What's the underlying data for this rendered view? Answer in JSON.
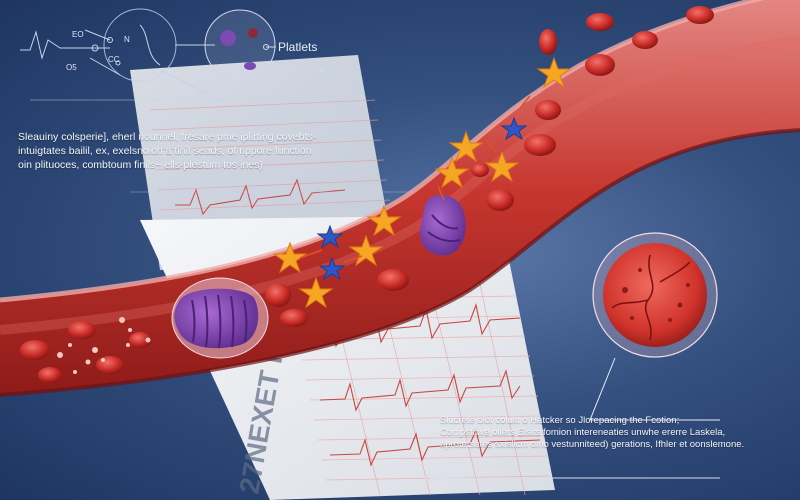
{
  "diagram": {
    "label": "Platlets",
    "ecg_label_a": "EO",
    "ecg_label_b": "N",
    "ecg_label_c": "CC",
    "ecg_label_d": "O5"
  },
  "paragraph_top": {
    "lines": [
      "Sleauiny colsperie], eherl nounnel, fresare pme iplirting covebts-",
      "intuigtates bailil, ex, exelsnoion a tinit seads, of rippore function",
      "oin plituoces, combtoum finils~ ells-plestum tos ines)"
    ]
  },
  "paragraph_bottom": {
    "lines": [
      "Slucrete olot colulit o Hatcker so Jlorepacing the Fcotion;",
      "Compsfitive ollers Elsits fomion intereneaties unwhe ererre Laskela,",
      "riprotetsates sxislicm oino vestunniteed) gerations, Ifhler et oonslemone."
    ]
  },
  "document_text": "27NEXET IMI"
}
